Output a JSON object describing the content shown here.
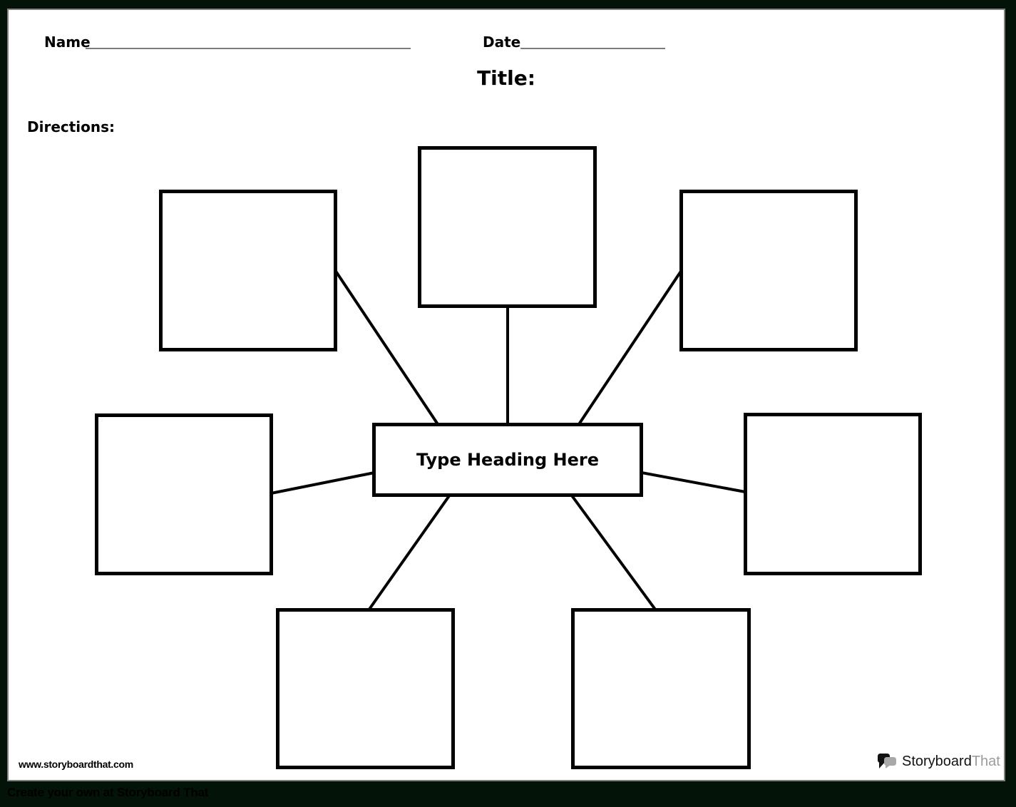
{
  "header": {
    "name_label": "Name",
    "date_label": "Date",
    "title_label": "Title:",
    "directions_label": "Directions:"
  },
  "diagram": {
    "center_heading": "Type Heading Here",
    "box_count": 7,
    "box_positions": [
      "top-center",
      "top-left",
      "top-right",
      "middle-left",
      "middle-right",
      "bottom-left",
      "bottom-right"
    ]
  },
  "footer": {
    "website_url": "www.storyboardthat.com",
    "create_your_own": "Create your own at Storyboard That",
    "logo": {
      "primary": "Storyboard",
      "secondary": "That"
    }
  },
  "icons": {
    "logo_icon": "speech-bubbles-icon"
  },
  "colors": {
    "frame_background": "#041307",
    "page_background": "#ffffff",
    "page_border": "#808080",
    "ink": "#000000",
    "write_line_gray": "#7c7c7c",
    "logo_secondary_gray": "#9b9b9b",
    "logo_bubble_gray": "#a8a8a8"
  }
}
